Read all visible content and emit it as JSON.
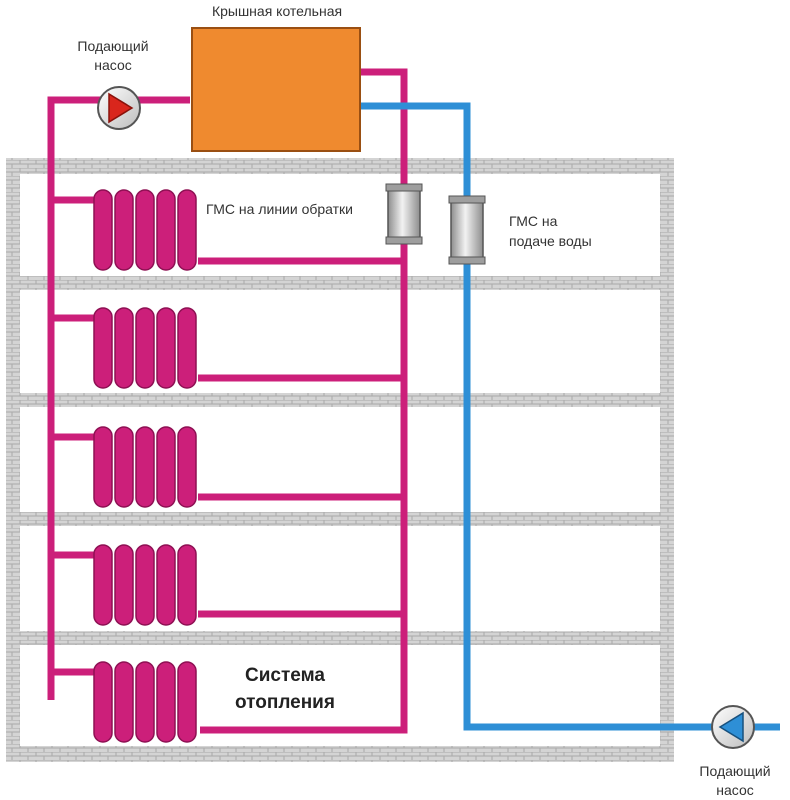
{
  "labels": {
    "boiler": "Крышная котельная",
    "pump_top_line1": "Подающий",
    "pump_top_line2": "насос",
    "pump_bottom_line1": "Подающий",
    "pump_bottom_line2": "насос",
    "gms_return": "ГМС на линии обратки",
    "gms_supply_line1": "ГМС на",
    "gms_supply_line2": "подаче воды",
    "system_line1": "Система",
    "system_line2": "отопления"
  },
  "icons": {
    "pump": "pump-icon",
    "radiator": "radiator-icon",
    "gms": "magnetic-softener-icon"
  },
  "colors": {
    "heating_pipe": "#cc1f7a",
    "water_pipe": "#2e8fd6",
    "boiler": "#ef8a2f",
    "pump_arrow_red": "#d9261c",
    "pump_arrow_blue": "#2e8fd6",
    "wall": "#b8b8b8"
  }
}
